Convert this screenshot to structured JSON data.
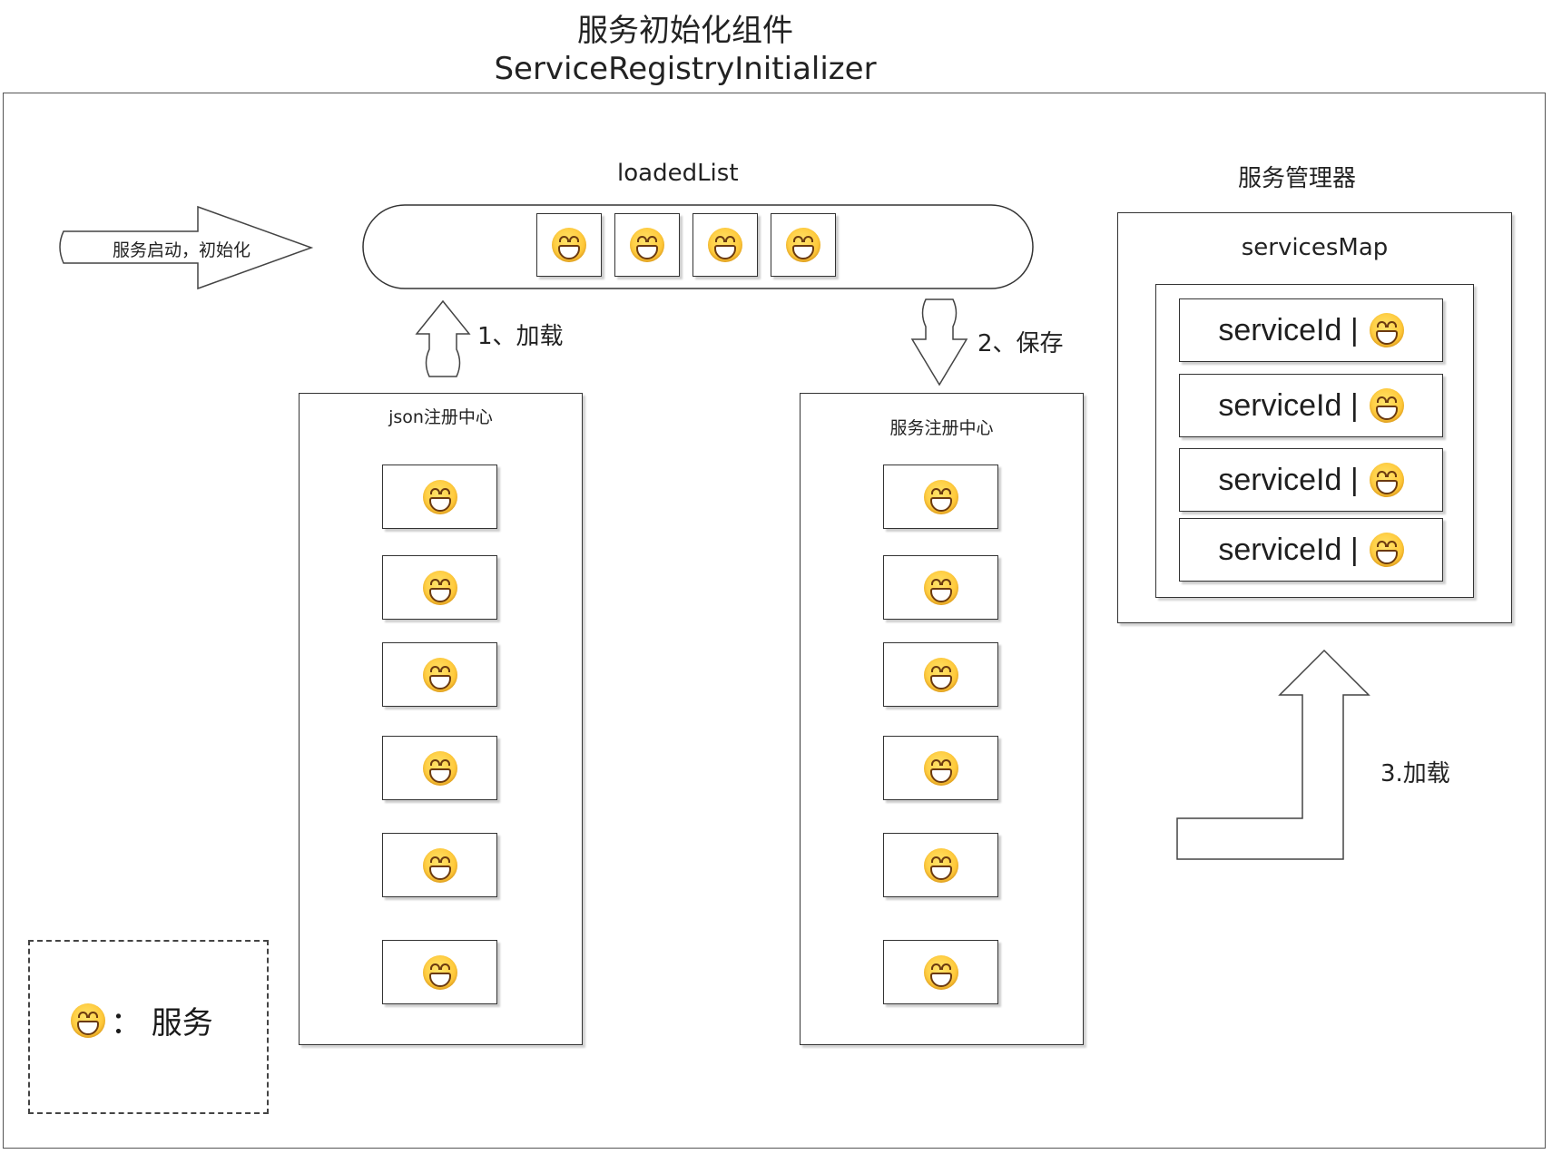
{
  "title": {
    "line1": "服务初始化组件",
    "line2": "ServiceRegistryInitializer"
  },
  "start_arrow": {
    "label": "服务启动，初始化"
  },
  "loaded_list": {
    "label": "loadedList",
    "items": [
      "service",
      "service",
      "service",
      "service"
    ]
  },
  "json_registry": {
    "label": "json注册中心",
    "item_count": 6
  },
  "service_registry": {
    "label": "服务注册中心",
    "item_count": 6
  },
  "steps": {
    "load": "1、加载",
    "save": "2、保存",
    "load_manager": "3.加载"
  },
  "manager": {
    "label": "服务管理器",
    "map_label": "servicesMap",
    "entries": [
      "serviceId |",
      "serviceId |",
      "serviceId |",
      "serviceId |"
    ]
  },
  "legend": {
    "text": "：  服务"
  },
  "icons": {
    "service": "grinning-face-icon"
  }
}
